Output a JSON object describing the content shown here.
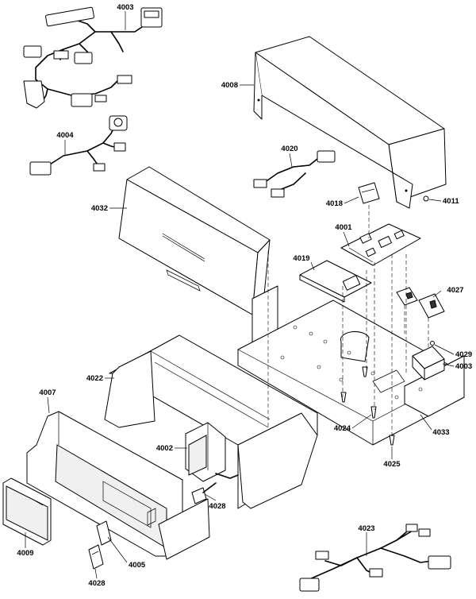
{
  "callouts": {
    "p4003_top": "4003",
    "p4008": "4008",
    "p4004": "4004",
    "p4020": "4020",
    "p4032": "4032",
    "p4018": "4018",
    "p4011": "4011",
    "p4001": "4001",
    "p4019": "4019",
    "p4027": "4027",
    "p4029": "4029",
    "p4003_right": "4003",
    "p4022": "4022",
    "p4007": "4007",
    "p4024": "4024",
    "p4033": "4033",
    "p4002": "4002",
    "p4025": "4025",
    "p4028_mid": "4028",
    "p4023": "4023",
    "p4009": "4009",
    "p4005": "4005",
    "p4028_bottom": "4028"
  }
}
